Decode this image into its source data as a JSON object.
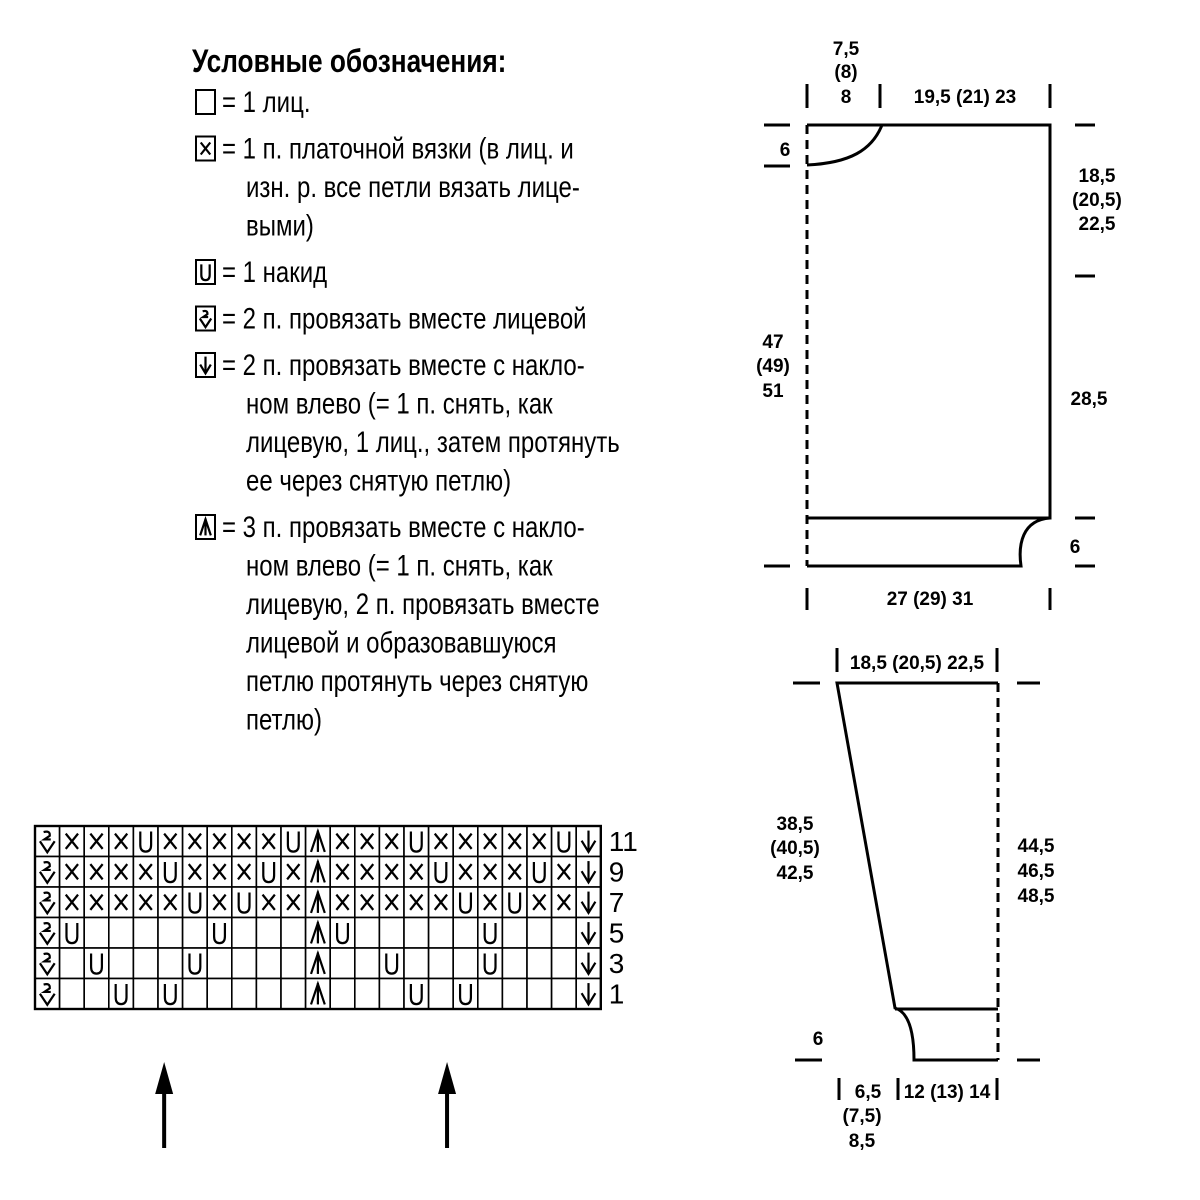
{
  "legend": {
    "title": "Условные обозначения:",
    "items": [
      {
        "symbol": "empty",
        "lines": [
          "= 1 лиц."
        ]
      },
      {
        "symbol": "x",
        "lines": [
          "= 1 п. платочной вязки (в лиц. и",
          "изн. р. все петли вязать лице-",
          "выми)"
        ]
      },
      {
        "symbol": "u",
        "lines": [
          "= 1 накид"
        ]
      },
      {
        "symbol": "k2tog",
        "lines": [
          "= 2 п. провязать вместе лицевой"
        ]
      },
      {
        "symbol": "ssk",
        "lines": [
          "= 2 п. провязать вместе с накло-",
          "ном влево (= 1 п. снять, как",
          "лицевую, 1 лиц., затем протянуть",
          "ее через снятую петлю)"
        ]
      },
      {
        "symbol": "sk2p",
        "lines": [
          "= 3 п. провязать вместе с накло-",
          "ном влево (= 1 п. снять, как",
          "лицевую, 2 п. провязать вместе",
          "лицевой и образовавшуюся",
          "петлю протянуть через снятую",
          "петлю)"
        ]
      }
    ]
  },
  "chart": {
    "columns": 24,
    "row_labels": [
      "11",
      "9",
      "7",
      "5",
      "3",
      "1"
    ],
    "rows": [
      [
        "k2tog",
        "x",
        "x",
        "x",
        "u",
        "x",
        "x",
        "x",
        "x",
        "x",
        "u",
        "sk2p",
        "x",
        "x",
        "x",
        "u",
        "x",
        "x",
        "x",
        "x",
        "x",
        "u",
        "ssk"
      ],
      [
        "k2tog",
        "x",
        "x",
        "x",
        "x",
        "u",
        "x",
        "x",
        "x",
        "u",
        "x",
        "sk2p",
        "x",
        "x",
        "x",
        "x",
        "u",
        "x",
        "x",
        "x",
        "u",
        "x",
        "ssk"
      ],
      [
        "k2tog",
        "x",
        "x",
        "x",
        "x",
        "x",
        "u",
        "x",
        "u",
        "x",
        "x",
        "sk2p",
        "x",
        "x",
        "x",
        "x",
        "x",
        "u",
        "x",
        "u",
        "x",
        "x",
        "ssk"
      ],
      [
        "k2tog",
        "u",
        "",
        "",
        "",
        "",
        "",
        "u",
        "",
        "",
        "",
        "sk2p",
        "u",
        "",
        "",
        "",
        "",
        "",
        "u",
        "",
        "",
        "",
        "ssk"
      ],
      [
        "k2tog",
        "",
        "u",
        "",
        "",
        "",
        "u",
        "",
        "",
        "",
        "",
        "sk2p",
        "",
        "",
        "u",
        "",
        "",
        "",
        "u",
        "",
        "",
        "",
        "ssk"
      ],
      [
        "k2tog",
        "",
        "",
        "u",
        "",
        "u",
        "",
        "",
        "",
        "",
        "",
        "sk2p",
        "",
        "",
        "",
        "u",
        "",
        "u",
        "",
        "",
        "",
        "",
        "ssk"
      ]
    ],
    "repeat_markers": 2
  },
  "schematic_body": {
    "top_left_width": [
      "7,5",
      "(8)",
      "8"
    ],
    "top_right_width": "19,5 (21) 23",
    "neck_depth": "6",
    "armhole_height": [
      "18,5",
      "(20,5)",
      "22,5"
    ],
    "total_height": [
      "47",
      "(49)",
      "51"
    ],
    "side_length": "28,5",
    "ribbing_height": "6",
    "bottom_width": "27 (29) 31"
  },
  "schematic_sleeve": {
    "top_width": "18,5 (20,5) 22,5",
    "slope_length": [
      "38,5",
      "(40,5)",
      "42,5"
    ],
    "total_height": [
      "44,5",
      "46,5",
      "48,5"
    ],
    "cuff_height": "6",
    "bottom_left_width": [
      "6,5",
      "(7,5)",
      "8,5"
    ],
    "bottom_right_width": "12 (13) 14"
  }
}
